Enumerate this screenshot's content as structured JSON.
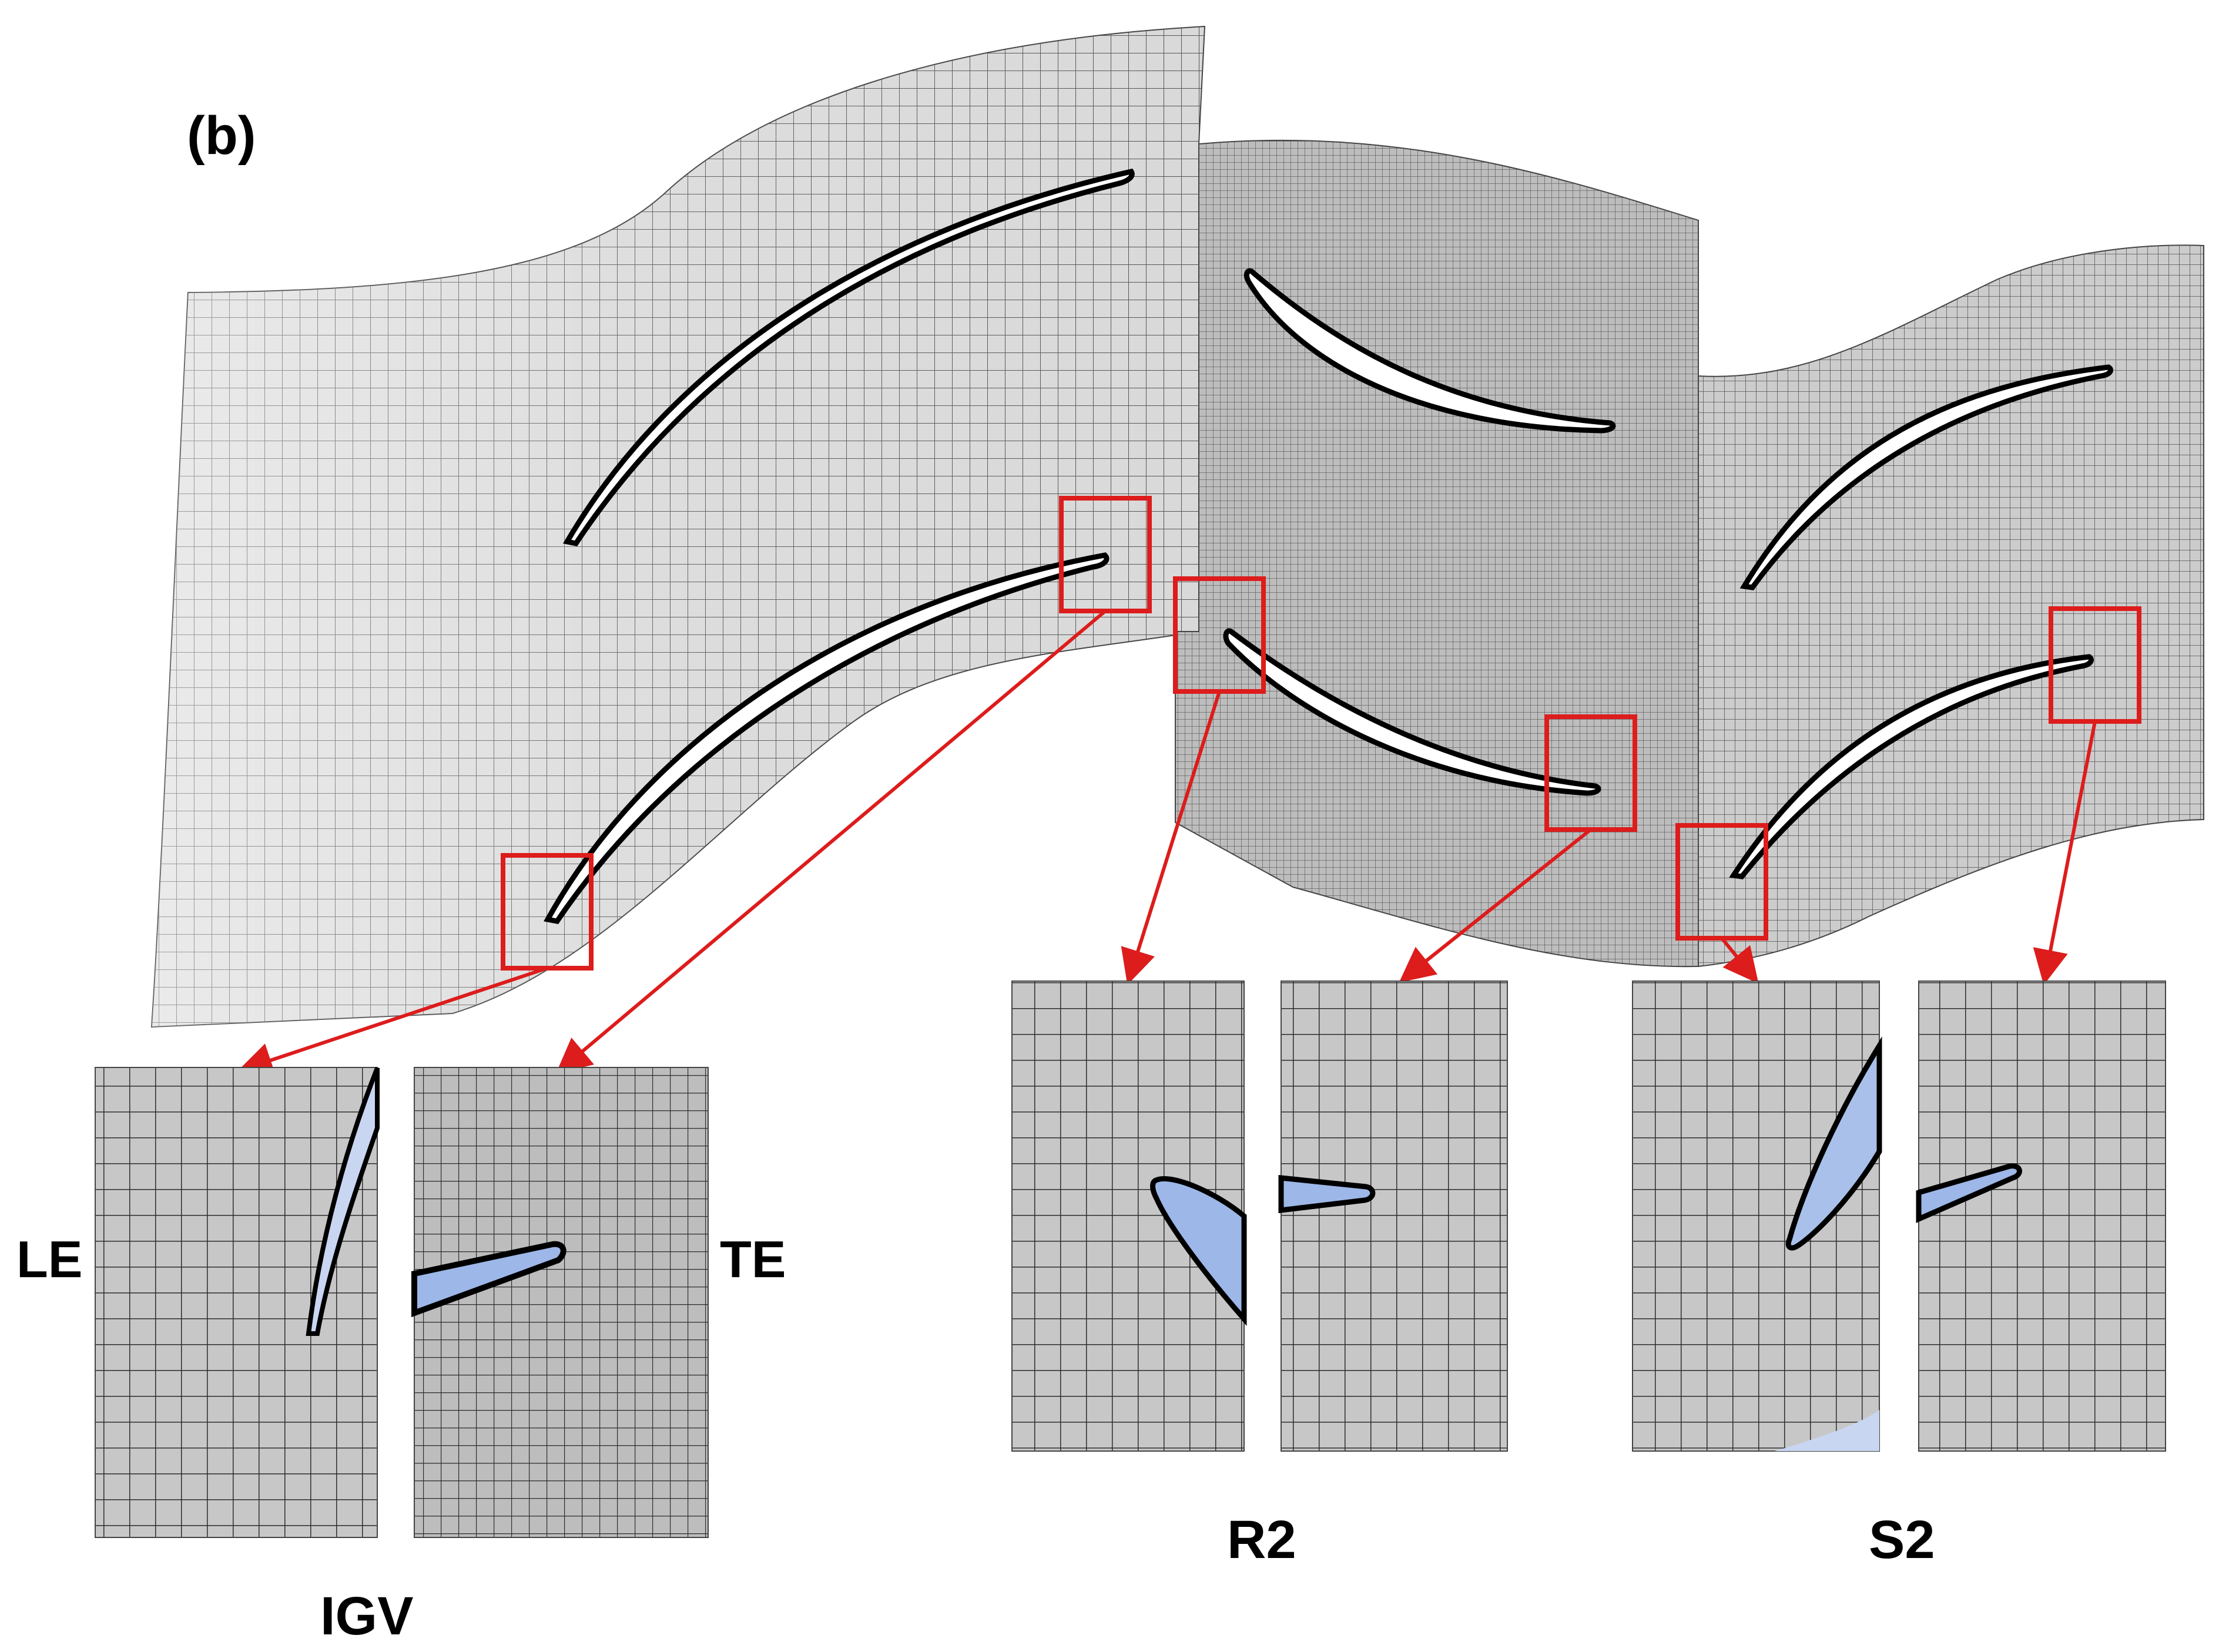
{
  "panel_label": "(b)",
  "stages": [
    {
      "name": "IGV",
      "zoom_labels": [
        "LE",
        "TE"
      ]
    },
    {
      "name": "R2"
    },
    {
      "name": "S2"
    }
  ],
  "colors": {
    "mesh_fill": "#cfcfcf",
    "mesh_line": "#3a3a3a",
    "blade_fill": "#ffffff",
    "blade_edge": "#000000",
    "zoom_blade_fill": "#a9c1ea",
    "highlight_box": "#dd1c1c",
    "arrow": "#dd1c1c"
  }
}
